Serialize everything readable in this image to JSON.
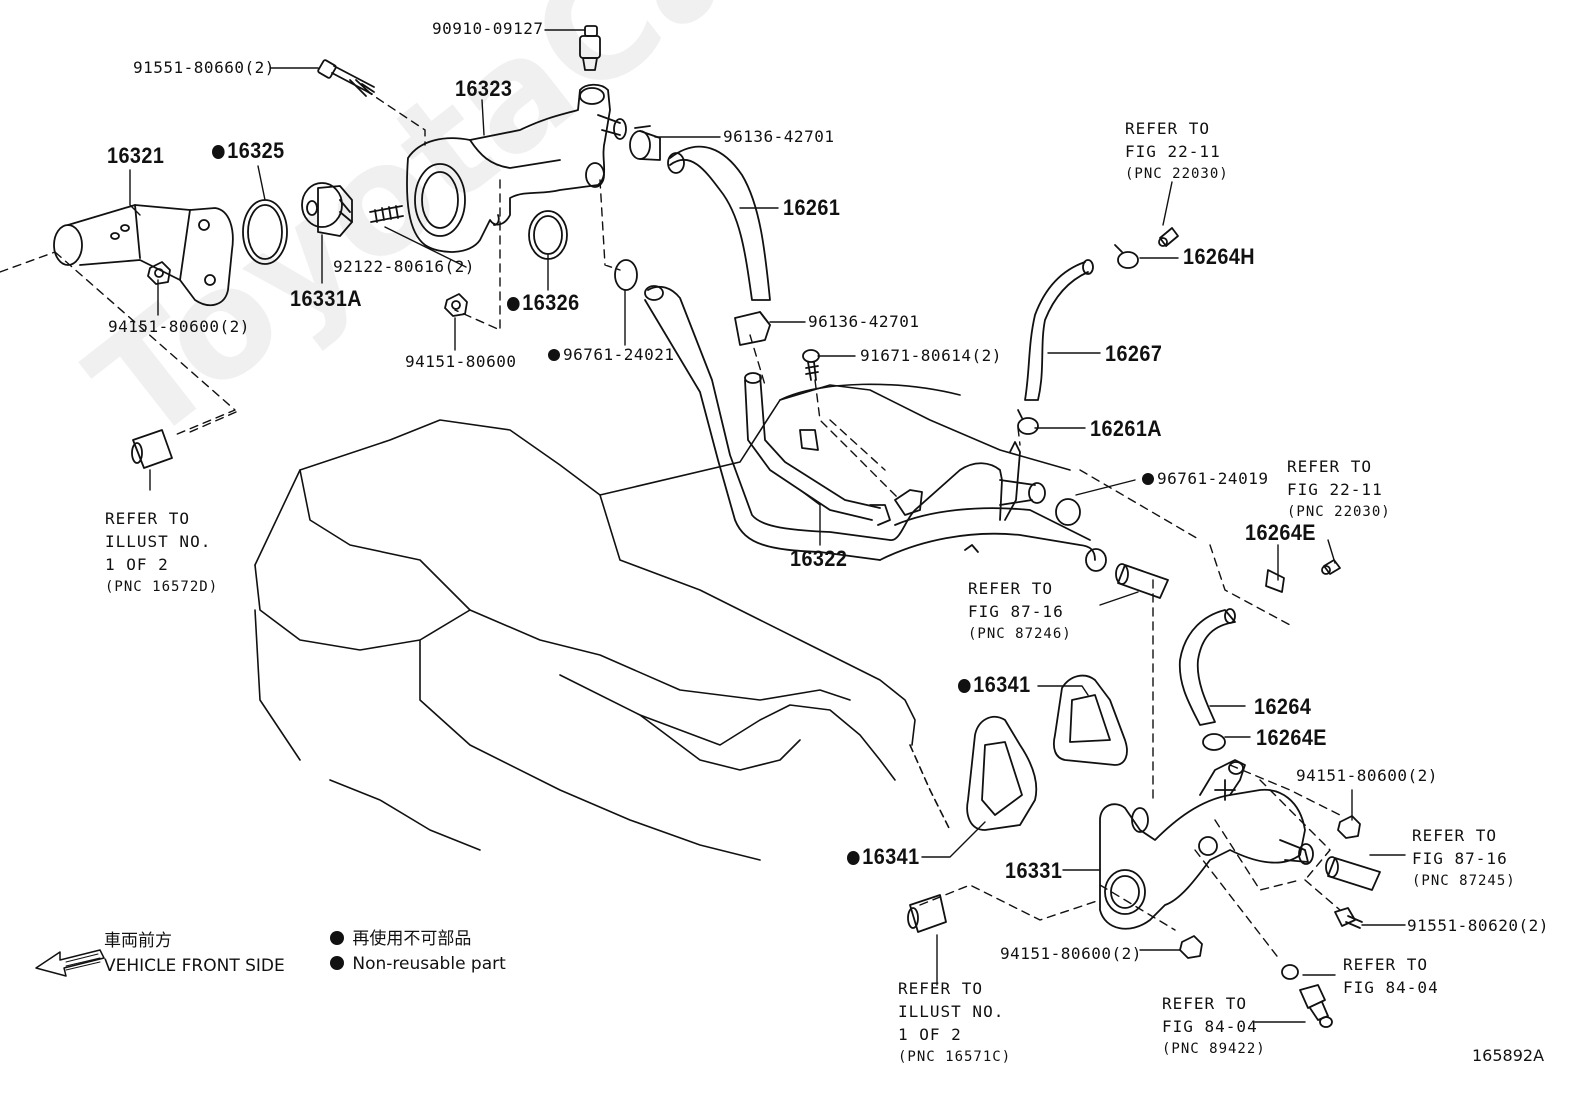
{
  "watermark": "ToyotaCarMine.ru",
  "figure_code": "165892A",
  "legend": {
    "direction_jp": "車両前方",
    "direction_en": "VEHICLE FRONT SIDE",
    "nonreusable_jp": "再使用不可部品",
    "nonreusable_en": "Non-reusable part"
  },
  "parts": {
    "p90910": "90910-09127",
    "p91551_660": "91551-80660(2)",
    "p16323": "16323",
    "p96136_a": "96136-42701",
    "p16321": "16321",
    "p16325": "16325",
    "p16261": "16261",
    "p92122": "92122-80616(2)",
    "p16331A": "16331A",
    "p16326": "16326",
    "p94151_2a": "94151-80600(2)",
    "p94151": "94151-80600",
    "p96761_a": "96761-24021",
    "p96136_b": "96136-42701",
    "p91671": "91671-80614(2)",
    "p16267": "16267",
    "p16264H": "16264H",
    "p16261A": "16261A",
    "p96761_b": "96761-24019",
    "p16264E_a": "16264E",
    "p16322": "16322",
    "p16341_a": "16341",
    "p16264": "16264",
    "p16264E_b": "16264E",
    "p94151_2b": "94151-80600(2)",
    "p16341_b": "16341",
    "p16331": "16331",
    "p94151_2c": "94151-80600(2)",
    "p91551_620": "91551-80620(2)"
  },
  "refs": {
    "r1": [
      "REFER TO",
      "FIG 22-11",
      "(PNC 22030)"
    ],
    "r2": [
      "REFER TO",
      "FIG 22-11",
      "(PNC 22030)"
    ],
    "r3": [
      "REFER TO",
      "ILLUST NO.",
      "1 OF 2",
      "(PNC 16572D)"
    ],
    "r4": [
      "REFER TO",
      "FIG 87-16",
      "(PNC 87246)"
    ],
    "r5": [
      "REFER TO",
      "FIG 87-16",
      "(PNC 87245)"
    ],
    "r6": [
      "REFER TO",
      "FIG 84-04"
    ],
    "r7": [
      "REFER TO",
      "FIG 84-04",
      "(PNC 89422)"
    ],
    "r8": [
      "REFER TO",
      "ILLUST NO.",
      "1 OF 2",
      "(PNC 16571C)"
    ]
  }
}
